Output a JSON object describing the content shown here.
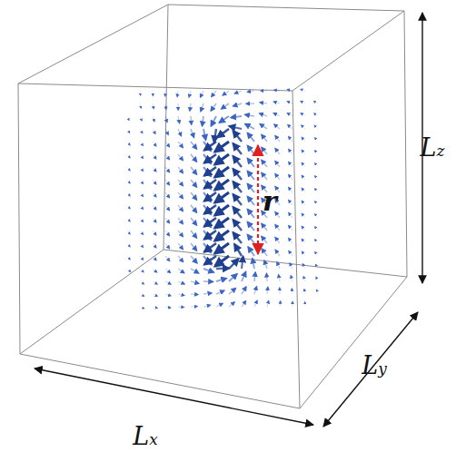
{
  "diagram": {
    "labels": [
      "Lx",
      "Ly",
      "Lz",
      "r"
    ]
  }
}
